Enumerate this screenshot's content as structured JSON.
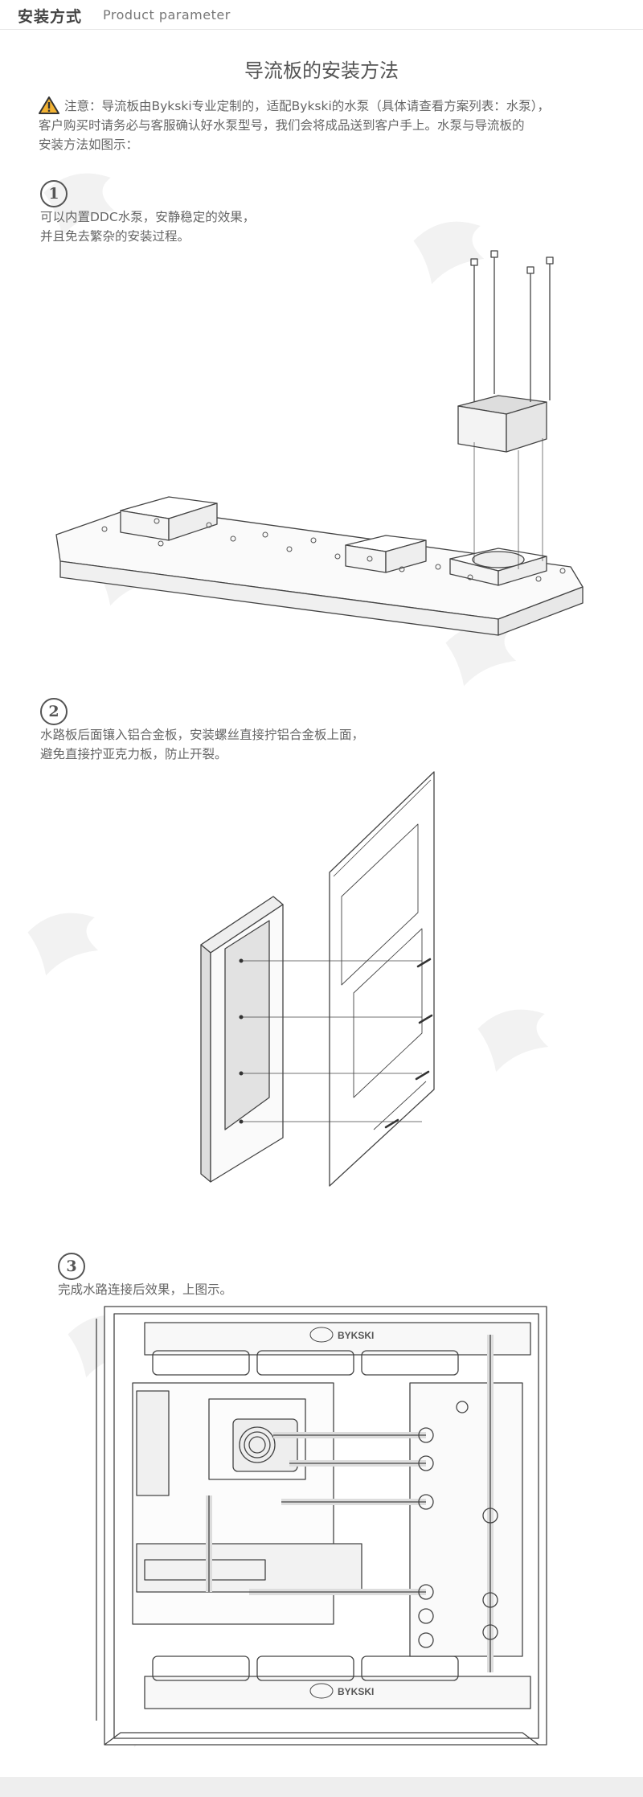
{
  "header": {
    "title_cn": "安装方式",
    "title_en": "Product parameter"
  },
  "page_title": "导流板的安装方法",
  "notice": {
    "icon": "warning-icon",
    "lines": [
      "注意：导流板由Bykski专业定制的，适配Bykski的水泵（具体请查看方案列表：水泵），",
      "客户购买时请务必与客服确认好水泵型号，我们会将成品送到客户手上。水泵与导流板的",
      "安装方法如图示："
    ]
  },
  "steps": [
    {
      "number": "1",
      "lines": [
        "可以内置DDC水泵，安静稳定的效果，",
        "并且免去繁杂的安装过程。"
      ]
    },
    {
      "number": "2",
      "lines": [
        "水路板后面镶入铝合金板，安装螺丝直接拧铝合金板上面，",
        "避免直接拧亚克力板，防止开裂。"
      ]
    },
    {
      "number": "3",
      "lines": [
        "完成水路连接后效果，上图示。"
      ]
    }
  ],
  "logo_text": "BYKSKI",
  "colors": {
    "line": "#444444",
    "text": "#666666",
    "watermark": "#f0f0f0",
    "warning": "#f2b233"
  }
}
